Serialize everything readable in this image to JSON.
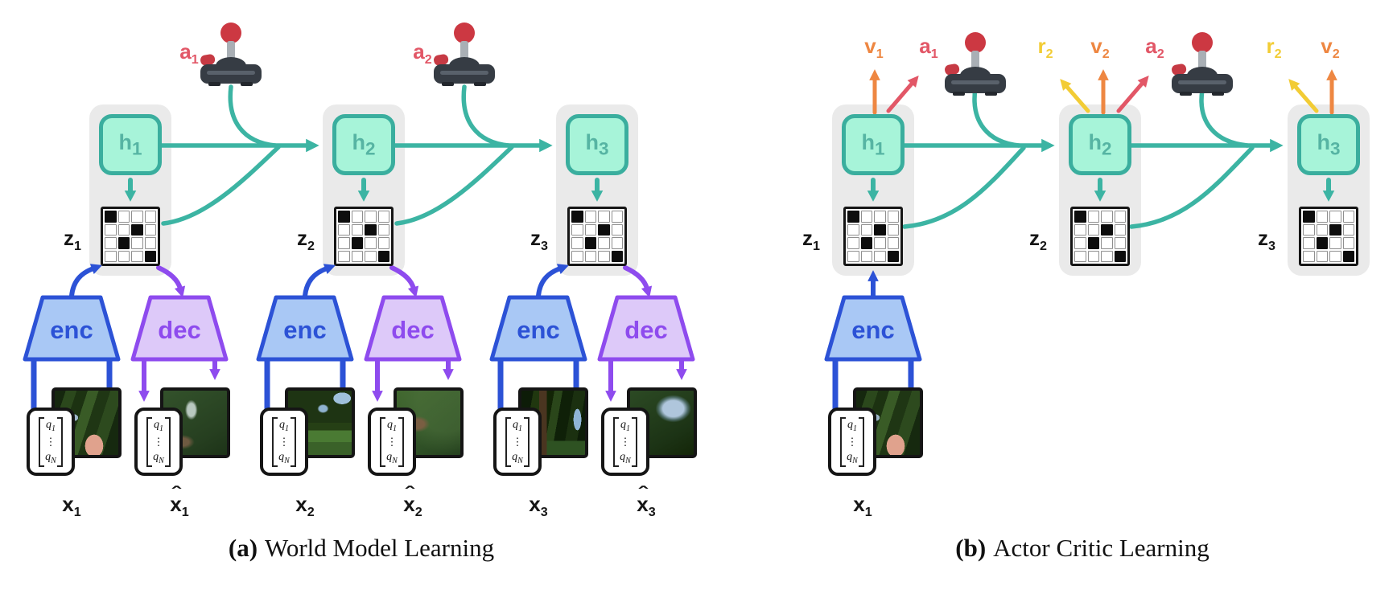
{
  "colors": {
    "teal": "#3CB4A3",
    "teal_fill": "#A7F4D9",
    "teal_border": "#3AAE9E",
    "teal_text": "#56B4A3",
    "blue": "#2C52D6",
    "blue_fill": "#A9C8F5",
    "purple": "#8E4BEE",
    "purple_fill": "#DDC9F9",
    "red": "#E25767",
    "orange": "#EE8742",
    "yellow": "#F2CC35",
    "panel": "#EAEAEA",
    "ink": "#151515"
  },
  "hat": "ˆ",
  "labels": {
    "enc": "enc",
    "dec": "dec"
  },
  "caption_a": {
    "tag": "(a)",
    "text": "World Model Learning"
  },
  "caption_b": {
    "tag": "(b)",
    "text": "Actor Critic Learning"
  },
  "panel_a": {
    "actions": [
      {
        "b": "a",
        "s": "1"
      },
      {
        "b": "a",
        "s": "2"
      }
    ],
    "h": [
      {
        "b": "h",
        "s": "1"
      },
      {
        "b": "h",
        "s": "2"
      },
      {
        "b": "h",
        "s": "3"
      }
    ],
    "z": [
      {
        "b": "z",
        "s": "1"
      },
      {
        "b": "z",
        "s": "2"
      },
      {
        "b": "z",
        "s": "3"
      }
    ],
    "x": [
      {
        "b": "x",
        "s": "1"
      },
      {
        "b": "x",
        "s": "2"
      },
      {
        "b": "x",
        "s": "3"
      }
    ],
    "xhat": [
      {
        "b": "x",
        "s": "1"
      },
      {
        "b": "x",
        "s": "2"
      },
      {
        "b": "x",
        "s": "3"
      }
    ]
  },
  "panel_b": {
    "h": [
      {
        "b": "h",
        "s": "1"
      },
      {
        "b": "h",
        "s": "2"
      },
      {
        "b": "h",
        "s": "3"
      }
    ],
    "z": [
      {
        "b": "z",
        "s": "1"
      },
      {
        "b": "z",
        "s": "2"
      },
      {
        "b": "z",
        "s": "3"
      }
    ],
    "x": {
      "b": "x",
      "s": "1"
    },
    "outputs": {
      "t1": [
        {
          "b": "v",
          "s": "1"
        },
        {
          "b": "a",
          "s": "1"
        }
      ],
      "t2": [
        {
          "b": "r",
          "s": "2"
        },
        {
          "b": "v",
          "s": "2"
        },
        {
          "b": "a",
          "s": "2"
        }
      ],
      "t3": [
        {
          "b": "r",
          "s": "2"
        },
        {
          "b": "v",
          "s": "2"
        }
      ]
    }
  },
  "vector_card": {
    "top_b": "q",
    "top_s": "1",
    "dots": "⋮",
    "bot_b": "q",
    "bot_s": "N"
  },
  "grid_pattern": [
    [
      1,
      0,
      0,
      0
    ],
    [
      0,
      0,
      1,
      0
    ],
    [
      0,
      1,
      0,
      0
    ],
    [
      0,
      0,
      0,
      1
    ]
  ]
}
